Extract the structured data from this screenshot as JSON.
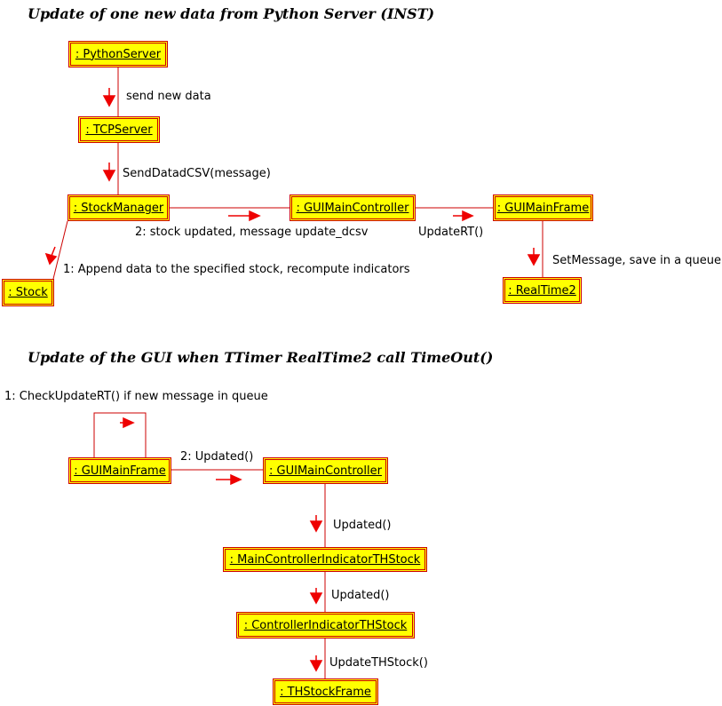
{
  "titles": {
    "top": "Update of one new data from Python Server (INST)",
    "bottom": "Update of the GUI when TTimer RealTime2 call TimeOut()"
  },
  "objects": {
    "python_server": ": PythonServer",
    "tcp_server": ": TCPServer",
    "stock_manager": ": StockManager",
    "gui_main_controller_top": ": GUIMainController",
    "gui_main_frame_top": ": GUIMainFrame",
    "stock": ": Stock",
    "realtime2": ": RealTime2",
    "gui_main_frame_bottom": ": GUIMainFrame",
    "gui_main_controller_bottom": ": GUIMainController",
    "main_controller_indicator": ": MainControllerIndicatorTHStock",
    "controller_indicator": ": ControllerIndicatorTHStock",
    "thstock_frame": ": THStockFrame"
  },
  "messages": {
    "send_new_data": "send new data",
    "send_datad_csv": "SendDatadCSV(message)",
    "stock_updated": "2: stock updated, message update_dcsv",
    "update_rt": "UpdateRT()",
    "append_data": "1: Append data to the specified stock, recompute indicators",
    "set_message": "SetMessage, save in a queue",
    "check_update": "1: CheckUpdateRT() if new message in queue",
    "updated_2": "2: Updated()",
    "updated_a": "Updated()",
    "updated_b": "Updated()",
    "update_thstock": "UpdateTHStock()"
  },
  "colors": {
    "object_fill": "#ffff00",
    "object_border": "#cc0000",
    "link": "#cc0000",
    "arrow": "#ee0000"
  }
}
